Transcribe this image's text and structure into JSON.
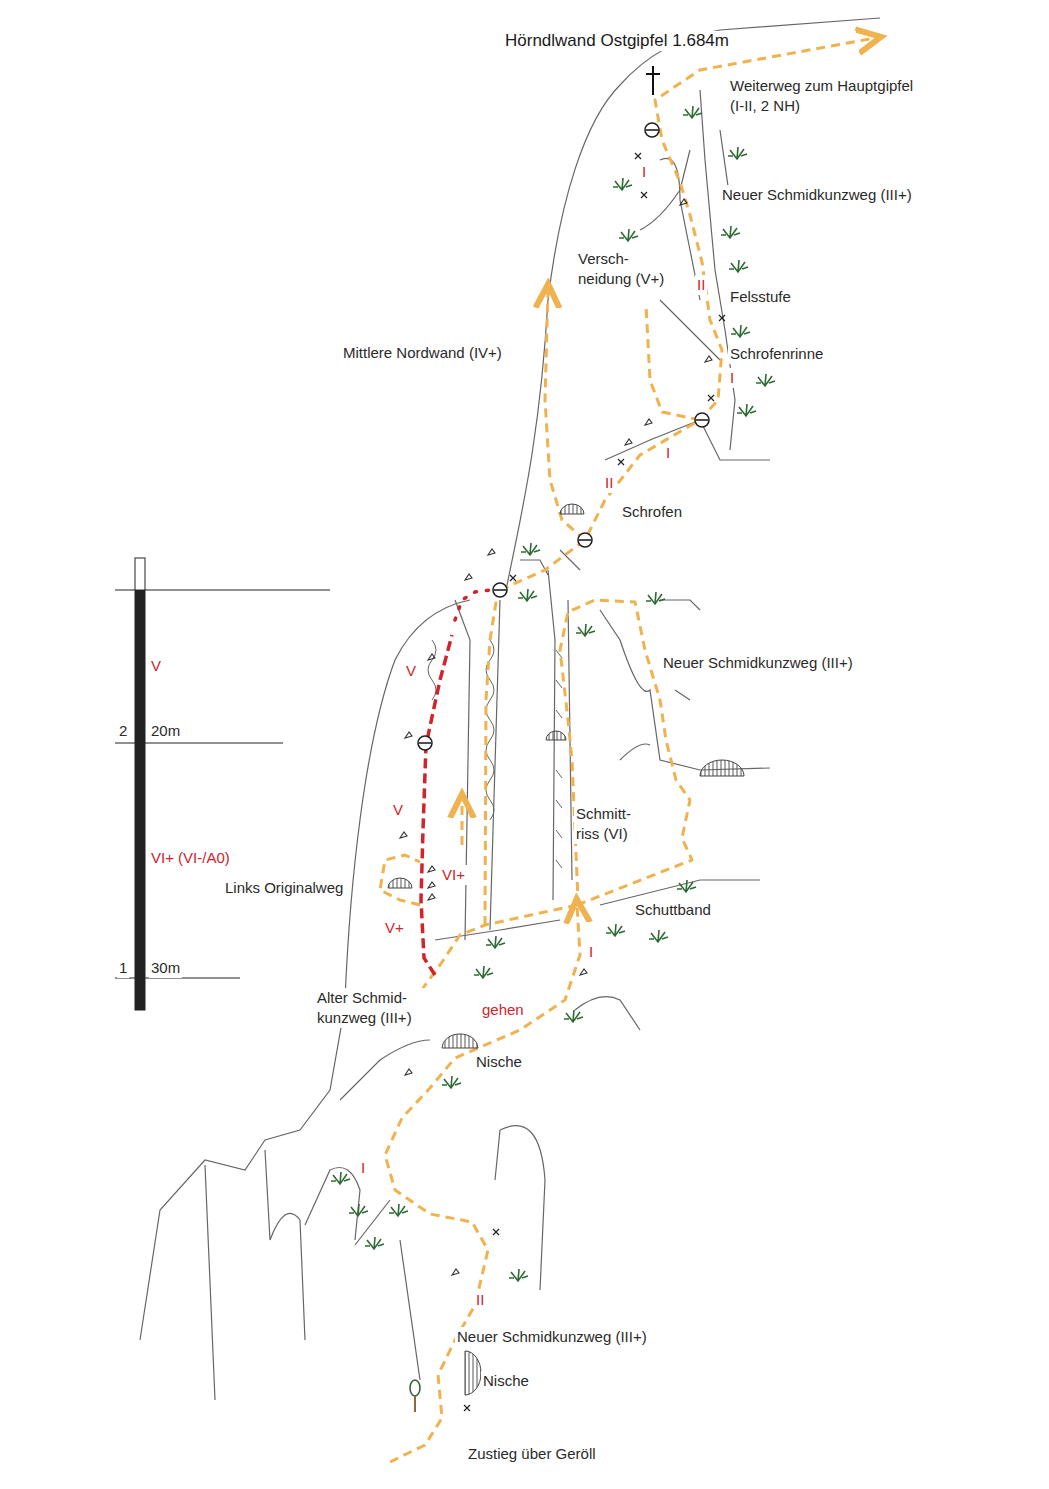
{
  "diagram": {
    "title": "Hörndlwand Ostgipfel 1.684m",
    "labels": [
      "Weiterweg zum Hauptgipfel (I-II, 2 NH)",
      "I",
      "Neuer Schmidkunzweg (III+)",
      "Versch- neidung (V+)",
      "II",
      "Felsstufe",
      "Schrofenrinne",
      "I",
      "Mittlere Nordwand (IV+)",
      "I",
      "II",
      "Schrofen",
      "Neuer Schmidkunzweg (III+)",
      "V",
      "V",
      "Schmitt- riss (VI)",
      "VI+",
      "Links Originalweg",
      "V+",
      "Schuttband",
      "I",
      "Alter Schmid- kunzweg (III+)",
      "gehen",
      "Nische",
      "I",
      "II",
      "Neuer Schmidkunzweg (III+)",
      "Nische",
      "Zustieg über Geröll",
      "V",
      "2",
      "20m",
      "VI+ (VI-/A0)",
      "1",
      "30m"
    ]
  }
}
